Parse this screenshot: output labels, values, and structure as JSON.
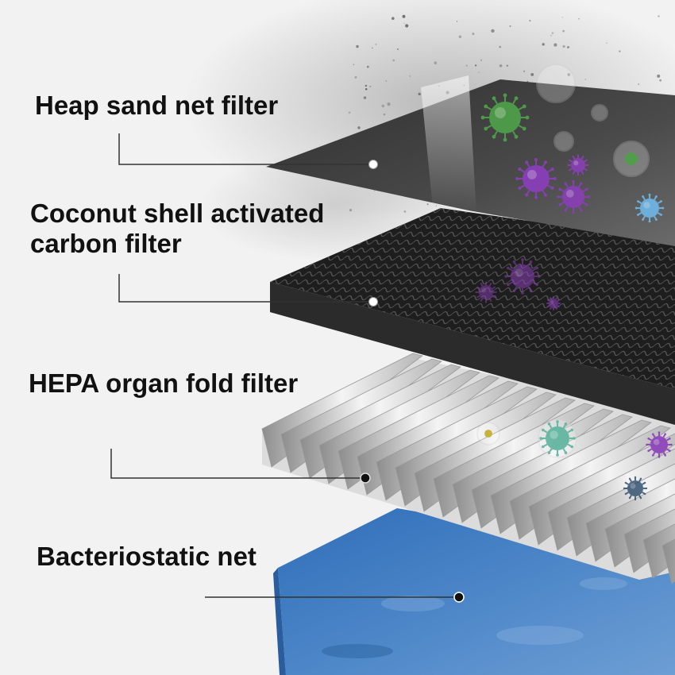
{
  "layers": [
    {
      "label": "Heap sand net filter",
      "marker": "white"
    },
    {
      "label": "Coconut shell activated\ncarbon filter",
      "marker": "white"
    },
    {
      "label": "HEPA organ fold filter",
      "marker": "dark"
    },
    {
      "label": "Bacteriostatic net",
      "marker": "dark"
    }
  ],
  "colors": {
    "background": "#f2f2f2",
    "sand_net": "#3e3e3e",
    "carbon": "#1e1e1e",
    "carbon_edge": "#2b2b2b",
    "hepa": "#e6e6e6",
    "hepa_pleat": "#9a9a9a",
    "bacteriostatic": "#3f78bd",
    "text": "#111111",
    "leader_line": "#333333",
    "virus_green": "#4f9e4a",
    "virus_purple": "#8a3fb8",
    "virus_blue": "#6fb8e8",
    "virus_yellow": "#c8b23c",
    "virus_teal": "#2f9e82"
  },
  "icons": [
    "virus-icon",
    "bubble-icon",
    "particle-icon"
  ]
}
